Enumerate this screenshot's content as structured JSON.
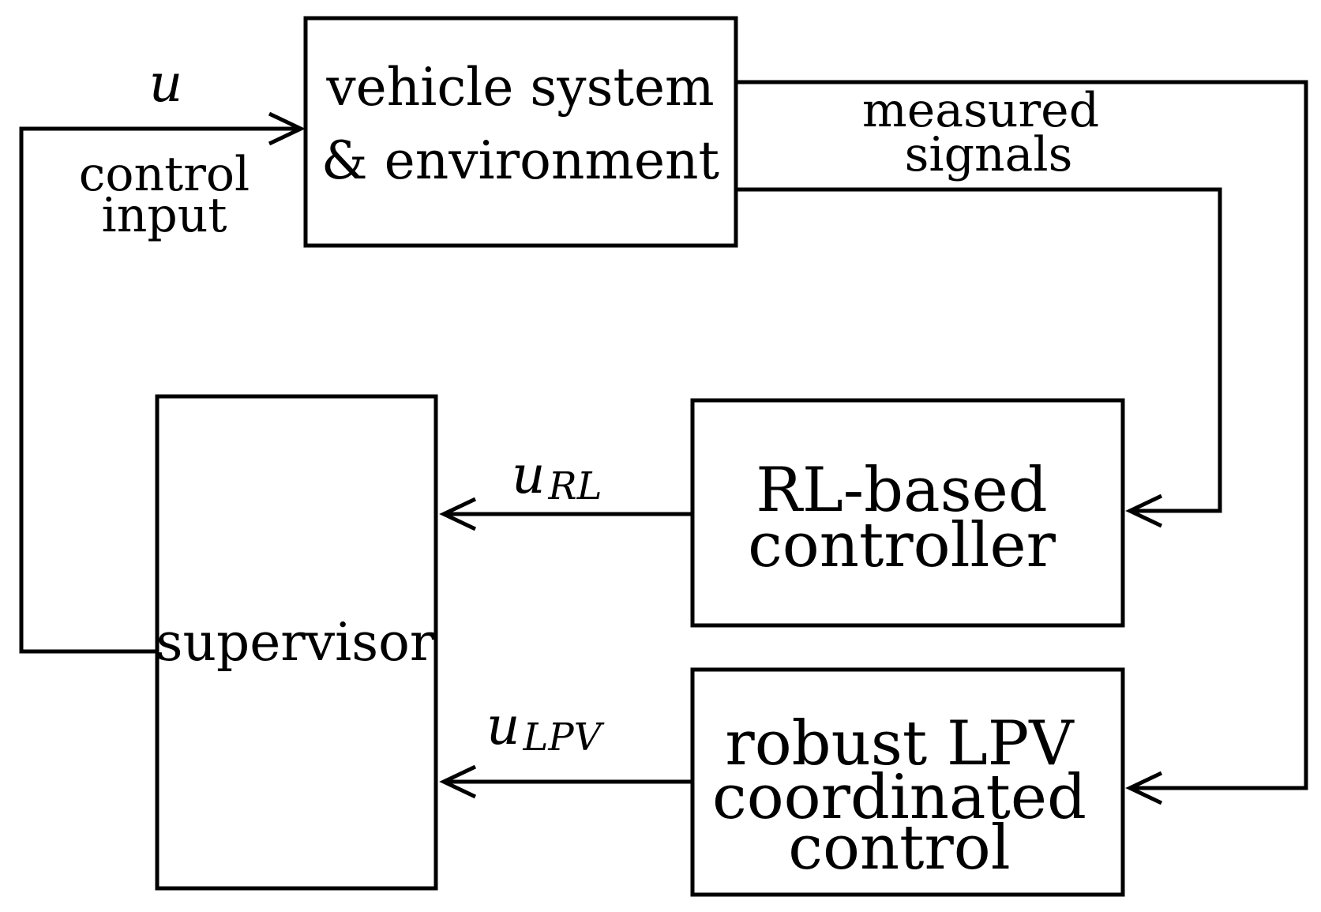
{
  "blocks": {
    "vehicle": {
      "lines": [
        "vehicle system",
        "& environment"
      ]
    },
    "supervisor": {
      "lines": [
        "supervisor"
      ]
    },
    "rl_controller": {
      "lines": [
        "RL-based",
        "controller"
      ]
    },
    "lpv_controller": {
      "lines": [
        "robust LPV",
        "coordinated",
        "control"
      ]
    }
  },
  "signals": {
    "control_input": {
      "symbol": "u",
      "caption": [
        "control",
        "input"
      ]
    },
    "measured": {
      "caption": [
        "measured",
        "signals"
      ]
    },
    "u_rl": {
      "symbol": "u",
      "subscript": "RL"
    },
    "u_lpv": {
      "symbol": "u",
      "subscript": "LPV"
    }
  }
}
